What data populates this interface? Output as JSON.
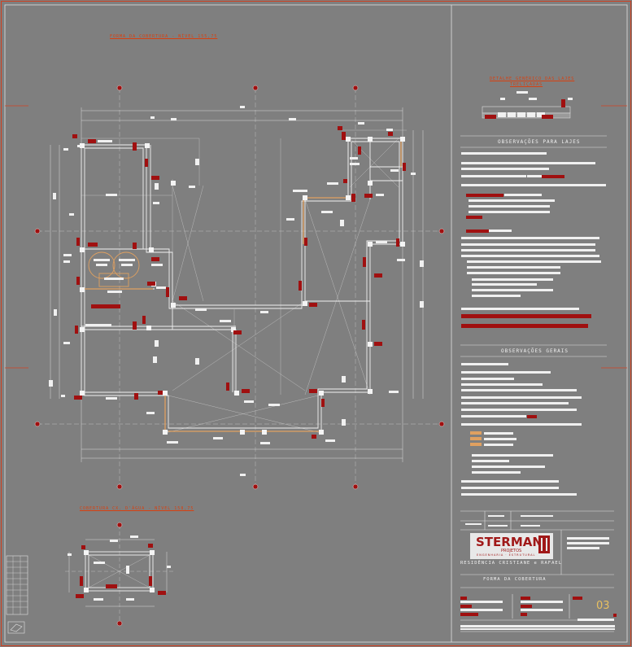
{
  "titles": {
    "main_plan": "FORMA DA COBERTURA - NÍVEL 155,75",
    "detail": "DETALHE GENÉRICO DAS LAJES",
    "detail_sub": "TRELIÇADAS",
    "water_tank": "COBERTURA CX. D'ÁGUA - NÍVEL 158,75",
    "slab_notes": "OBSERVAÇÕES PARA LAJES",
    "general_notes": "OBSERVAÇÕES GERAIS"
  },
  "title_block": {
    "company": "STERMAN",
    "company_sub": "PROJETOS",
    "company_tagline": "ENGENHARIA · ESTRUTURAL",
    "project": "RESIDÊNCIA CRISTIANE e RAFAEL",
    "drawing": "FORMA DA COBERTURA",
    "sheet_number": "03"
  },
  "colors": {
    "background": "#7f7f7f",
    "red_line": "#d04020",
    "line": "#e4e4e4",
    "label_red": "#a01010",
    "beam_orange": "#e0a060",
    "sheet_number": "#e8c060"
  }
}
